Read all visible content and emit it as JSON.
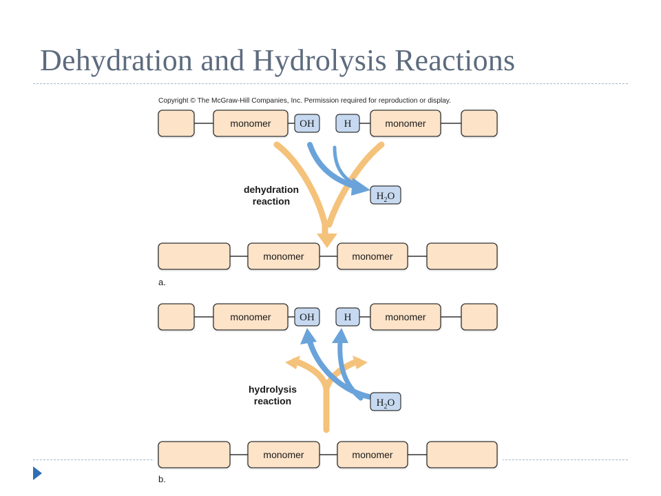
{
  "title": "Dehydration and Hydrolysis Reactions",
  "figure": {
    "copyright": "Copyright © The McGraw-Hill Companies, Inc. Permission required for reproduction or display.",
    "monomer_label": "monomer",
    "hydroxyl": "OH",
    "hydrogen": "H",
    "water_main": "H",
    "water_sub": "2",
    "water_tail": "O",
    "dehydration": {
      "line1": "dehydration",
      "line2": "reaction",
      "panel": "a."
    },
    "hydrolysis": {
      "line1": "hydrolysis",
      "line2": "reaction",
      "panel": "b."
    }
  },
  "colors": {
    "monomer_fill": "#fde3c8",
    "group_fill": "#c6d9f0",
    "orange_arrow": "#f4c27a",
    "blue_arrow": "#6aa3da",
    "accent_title": "#5d6b7d",
    "bullet": "#2f6fb5"
  },
  "icons": {
    "bullet": "triangle-bullet-icon"
  }
}
